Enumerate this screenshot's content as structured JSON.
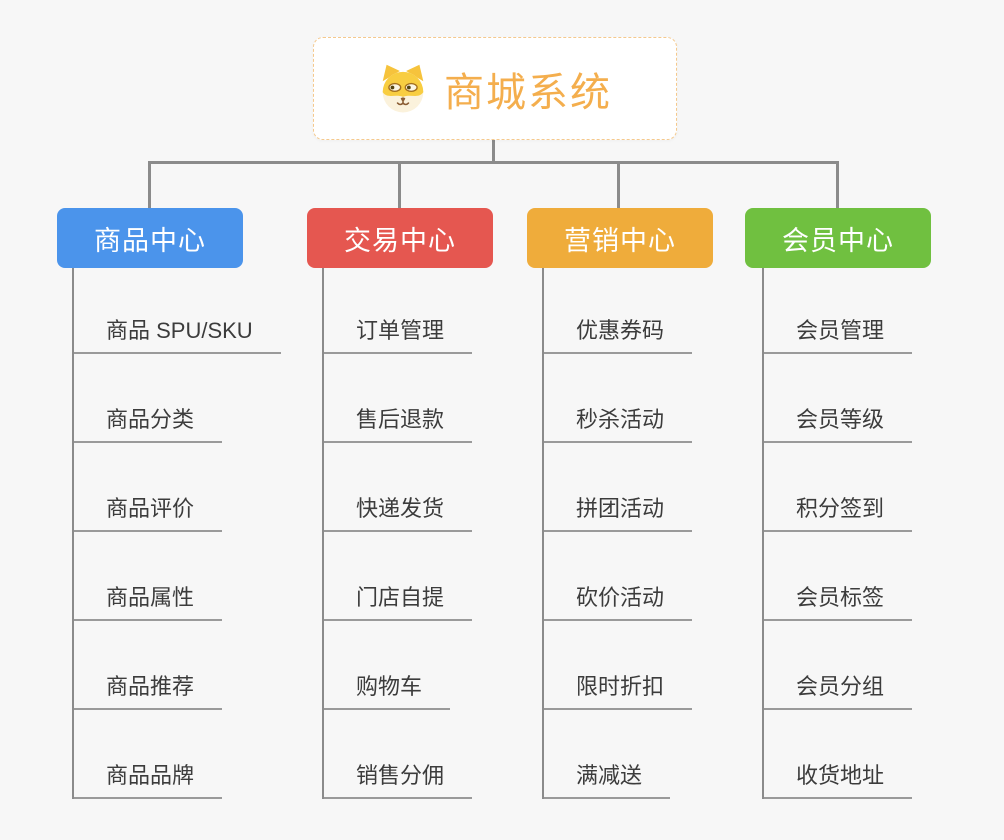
{
  "root": {
    "title": "商城系统",
    "icon": "dog-face"
  },
  "branches": [
    {
      "label": "商品中心",
      "color": "#4b94eb",
      "items": [
        "商品 SPU/SKU",
        "商品分类",
        "商品评价",
        "商品属性",
        "商品推荐",
        "商品品牌"
      ]
    },
    {
      "label": "交易中心",
      "color": "#e55750",
      "items": [
        "订单管理",
        "售后退款",
        "快递发货",
        "门店自提",
        "购物车",
        "销售分佣"
      ]
    },
    {
      "label": "营销中心",
      "color": "#efac3b",
      "items": [
        "优惠券码",
        "秒杀活动",
        "拼团活动",
        "砍价活动",
        "限时折扣",
        "满减送"
      ]
    },
    {
      "label": "会员中心",
      "color": "#70c040",
      "items": [
        "会员管理",
        "会员等级",
        "积分签到",
        "会员标签",
        "会员分组",
        "收货地址"
      ]
    }
  ],
  "theme": {
    "bg": "#f7f7f7",
    "connector": "#8b8b8b",
    "underline": "#9a9a9a",
    "itemText": "#3c3c3c",
    "rootAccent": "#f4ae4d",
    "rootBorder": "#f5c98d"
  }
}
